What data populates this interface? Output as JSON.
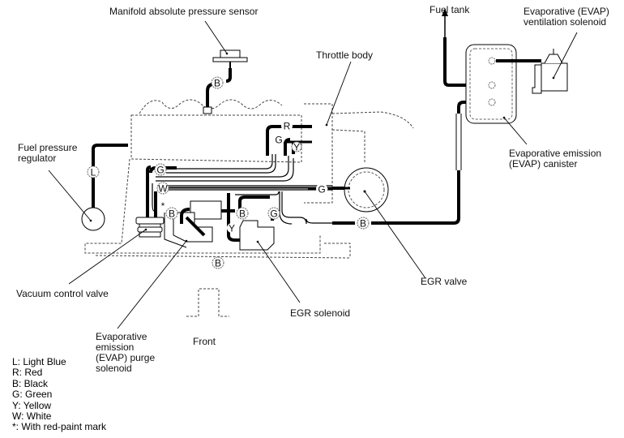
{
  "labels": {
    "map_sensor": "Manifold absolute pressure sensor",
    "throttle_body": "Throttle body",
    "fuel_tank": "Fuel tank",
    "evap_ventilation": "Evaporative (EVAP)\nventilation solenoid",
    "evap_canister": "Evaporative emission\n(EVAP) canister",
    "fuel_pressure_regulator": "Fuel pressure\nregulator",
    "vacuum_control_valve": "Vacuum control valve",
    "egr_valve": "EGR valve",
    "egr_solenoid": "EGR solenoid",
    "evap_purge": "Evaporative\nemission\n(EVAP) purge\nsolenoid",
    "front": "Front"
  },
  "hose_tags": {
    "map_hose": "B",
    "fpr_hose": "L",
    "tb_r": "R",
    "tb_g": "G",
    "tb_y": "Y",
    "vcv_g": "G",
    "vcv_w": "W",
    "purge_b": "B",
    "purge_star": "*",
    "purge_b2": "B",
    "egr_sol_b": "B",
    "egr_sol_y": "Y",
    "egr_sol_g": "G",
    "egr_valve_g": "G",
    "canister_b": "B"
  },
  "legend": [
    "L: Light Blue",
    "R: Red",
    "B: Black",
    "G: Green",
    "Y: Yellow",
    "W: White",
    "*: With red-paint mark"
  ]
}
